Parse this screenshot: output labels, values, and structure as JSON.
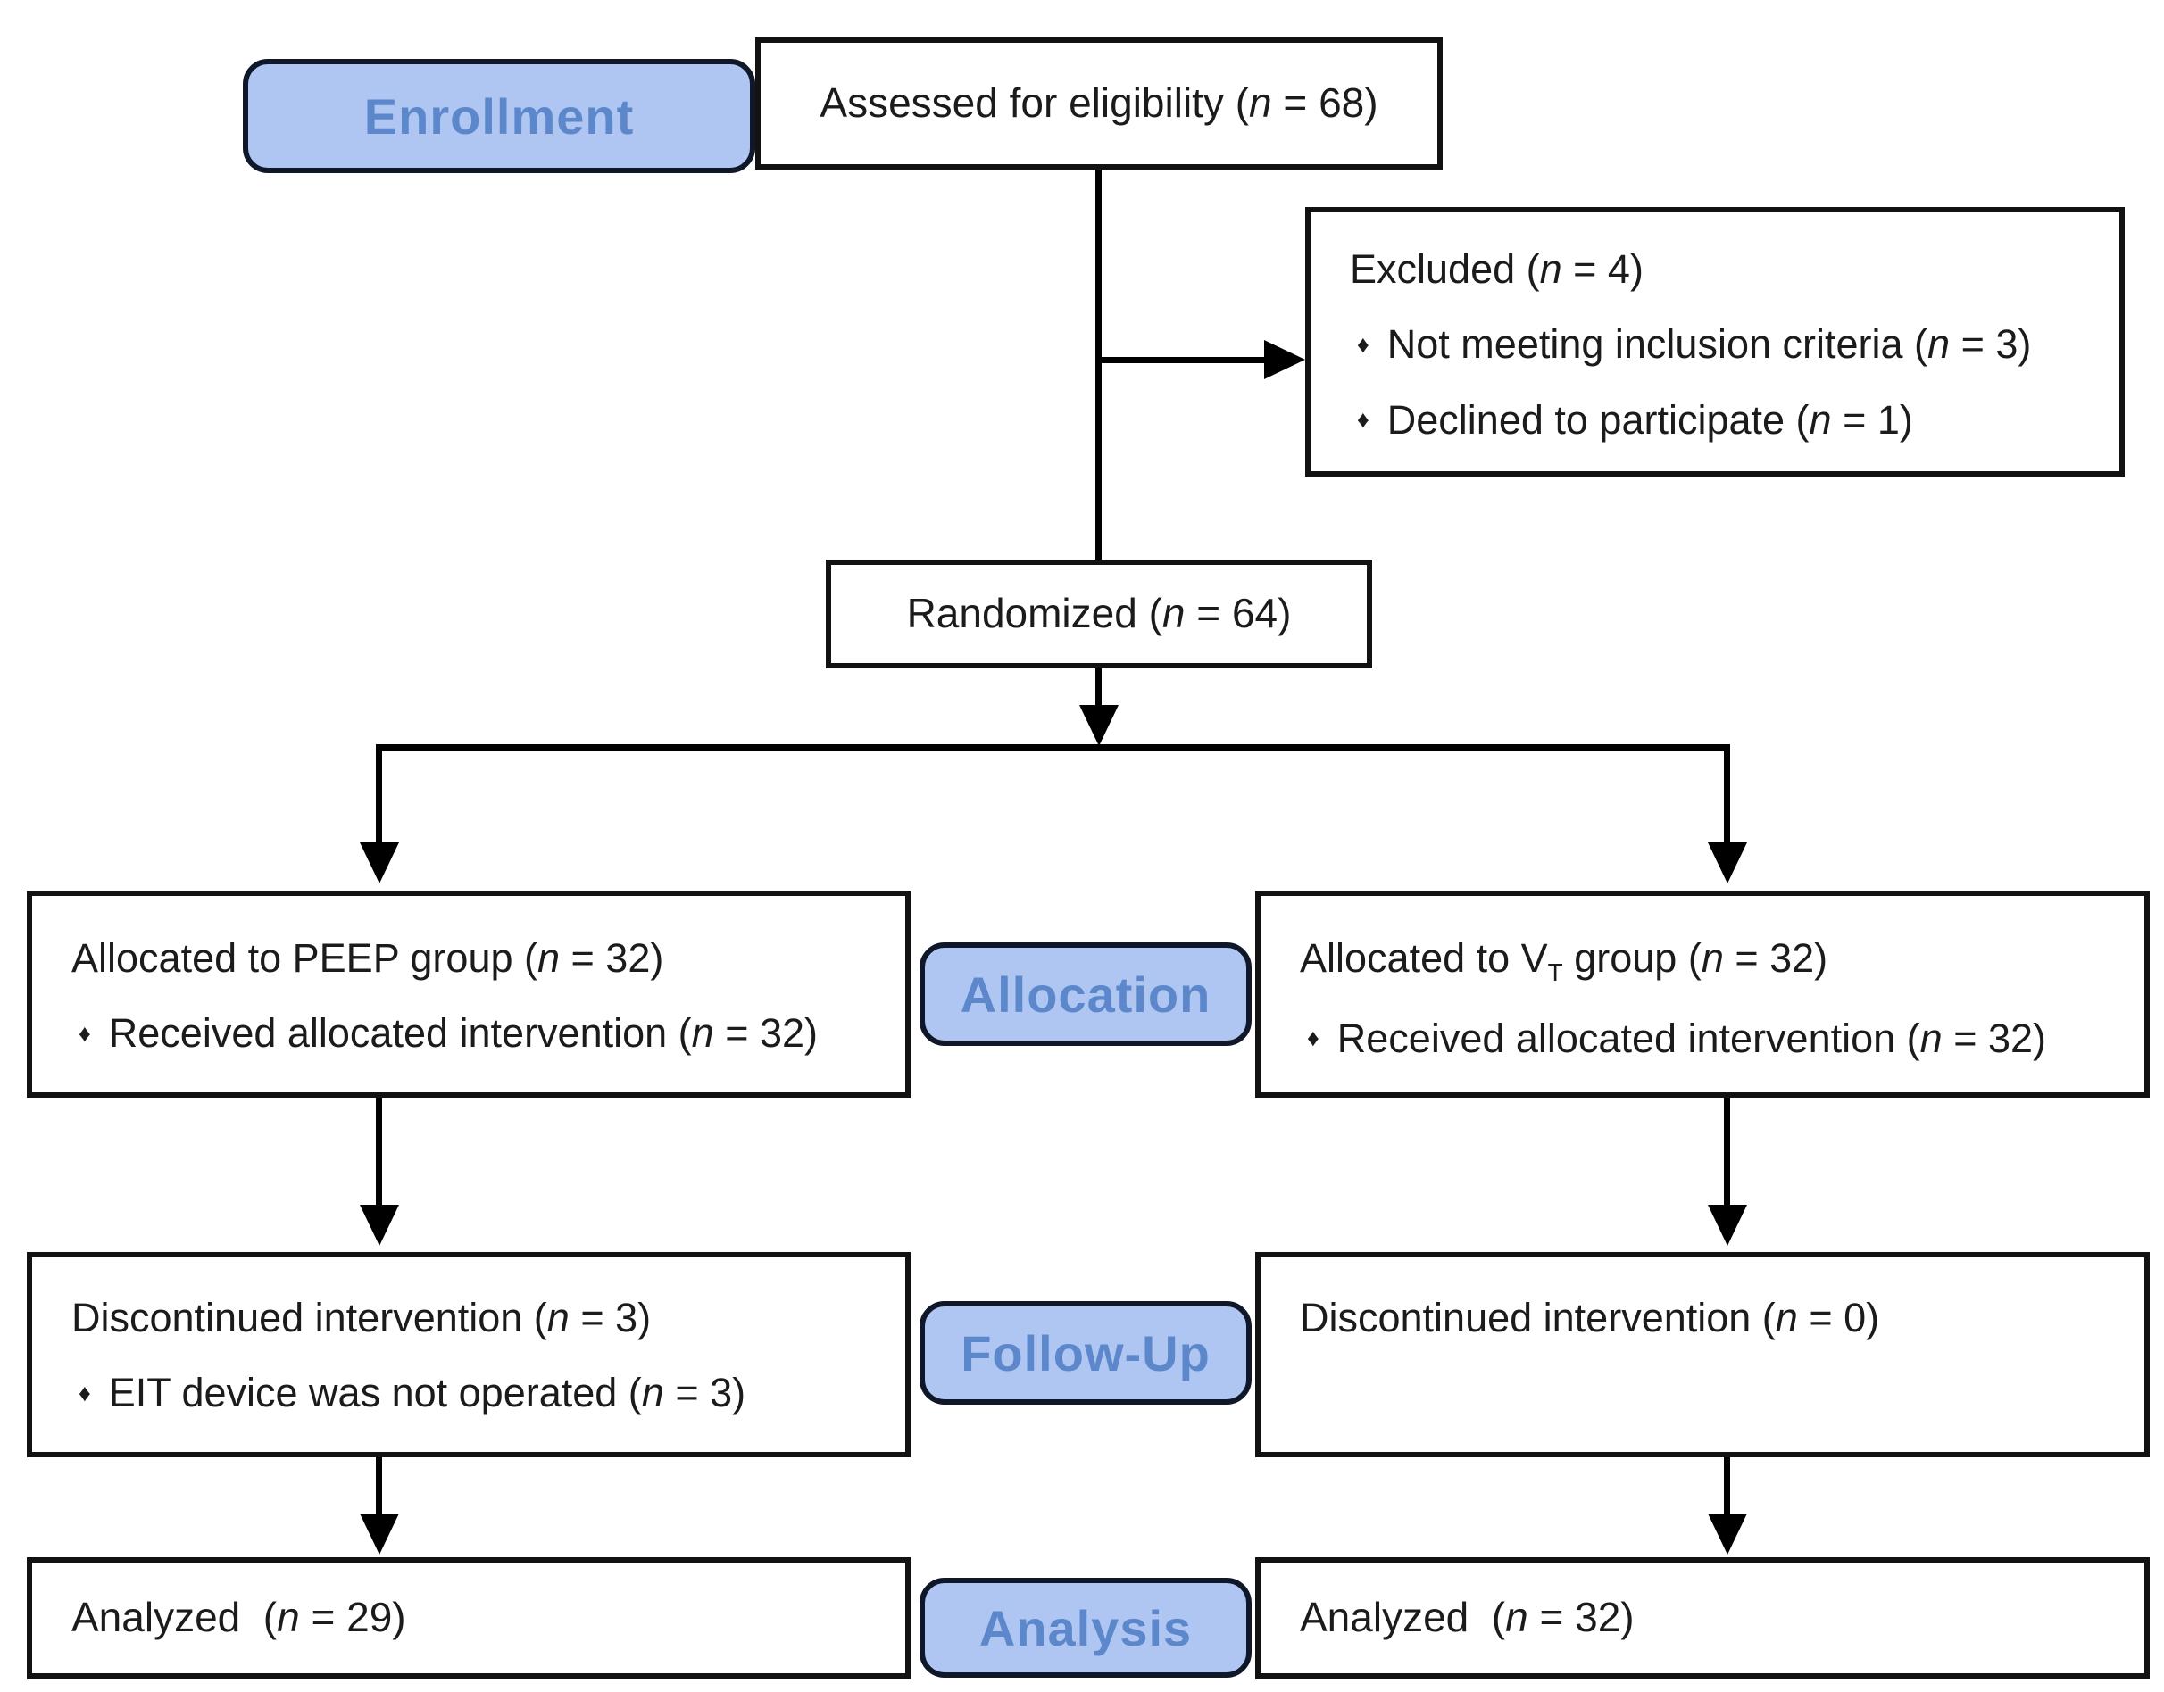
{
  "stage_labels": {
    "enrollment": "Enrollment",
    "allocation": "Allocation",
    "followup": "Follow-Up",
    "analysis": "Analysis"
  },
  "icons": {
    "diamond_bullet": "♦"
  },
  "colors": {
    "label_fill": "#aec6f1",
    "label_border": "#101728",
    "label_text": "#5c88cb",
    "box_border": "#121212",
    "line_color": "#000000",
    "text_color": "#1b1b1b"
  },
  "boxes": {
    "assessed": {
      "text": "Assessed for eligibility (*n* = 68)"
    },
    "excluded": {
      "title": "Excluded (*n* = 4)",
      "bullets": [
        "Not meeting inclusion criteria (*n* = 3)",
        "Declined to participate (*n* = 1)"
      ]
    },
    "randomized": {
      "text": "Randomized (*n* = 64)"
    },
    "alloc_left": {
      "title": "Allocated to PEEP group (*n* = 32)",
      "bullets": [
        "Received allocated intervention (*n* = 32)"
      ]
    },
    "alloc_right": {
      "title": "Allocated to V~T~ group (*n* = 32)",
      "bullets": [
        "Received allocated intervention (*n* = 32)"
      ]
    },
    "followup_left": {
      "title": "Discontinued intervention (*n* = 3)",
      "bullets": [
        "EIT device was not operated (*n* = 3)"
      ]
    },
    "followup_right": {
      "title": "Discontinued intervention (*n* = 0)",
      "bullets": []
    },
    "analyzed_left": {
      "text": "Analyzed  (*n* = 29)"
    },
    "analyzed_right": {
      "text": "Analyzed  (*n* = 32)"
    }
  }
}
